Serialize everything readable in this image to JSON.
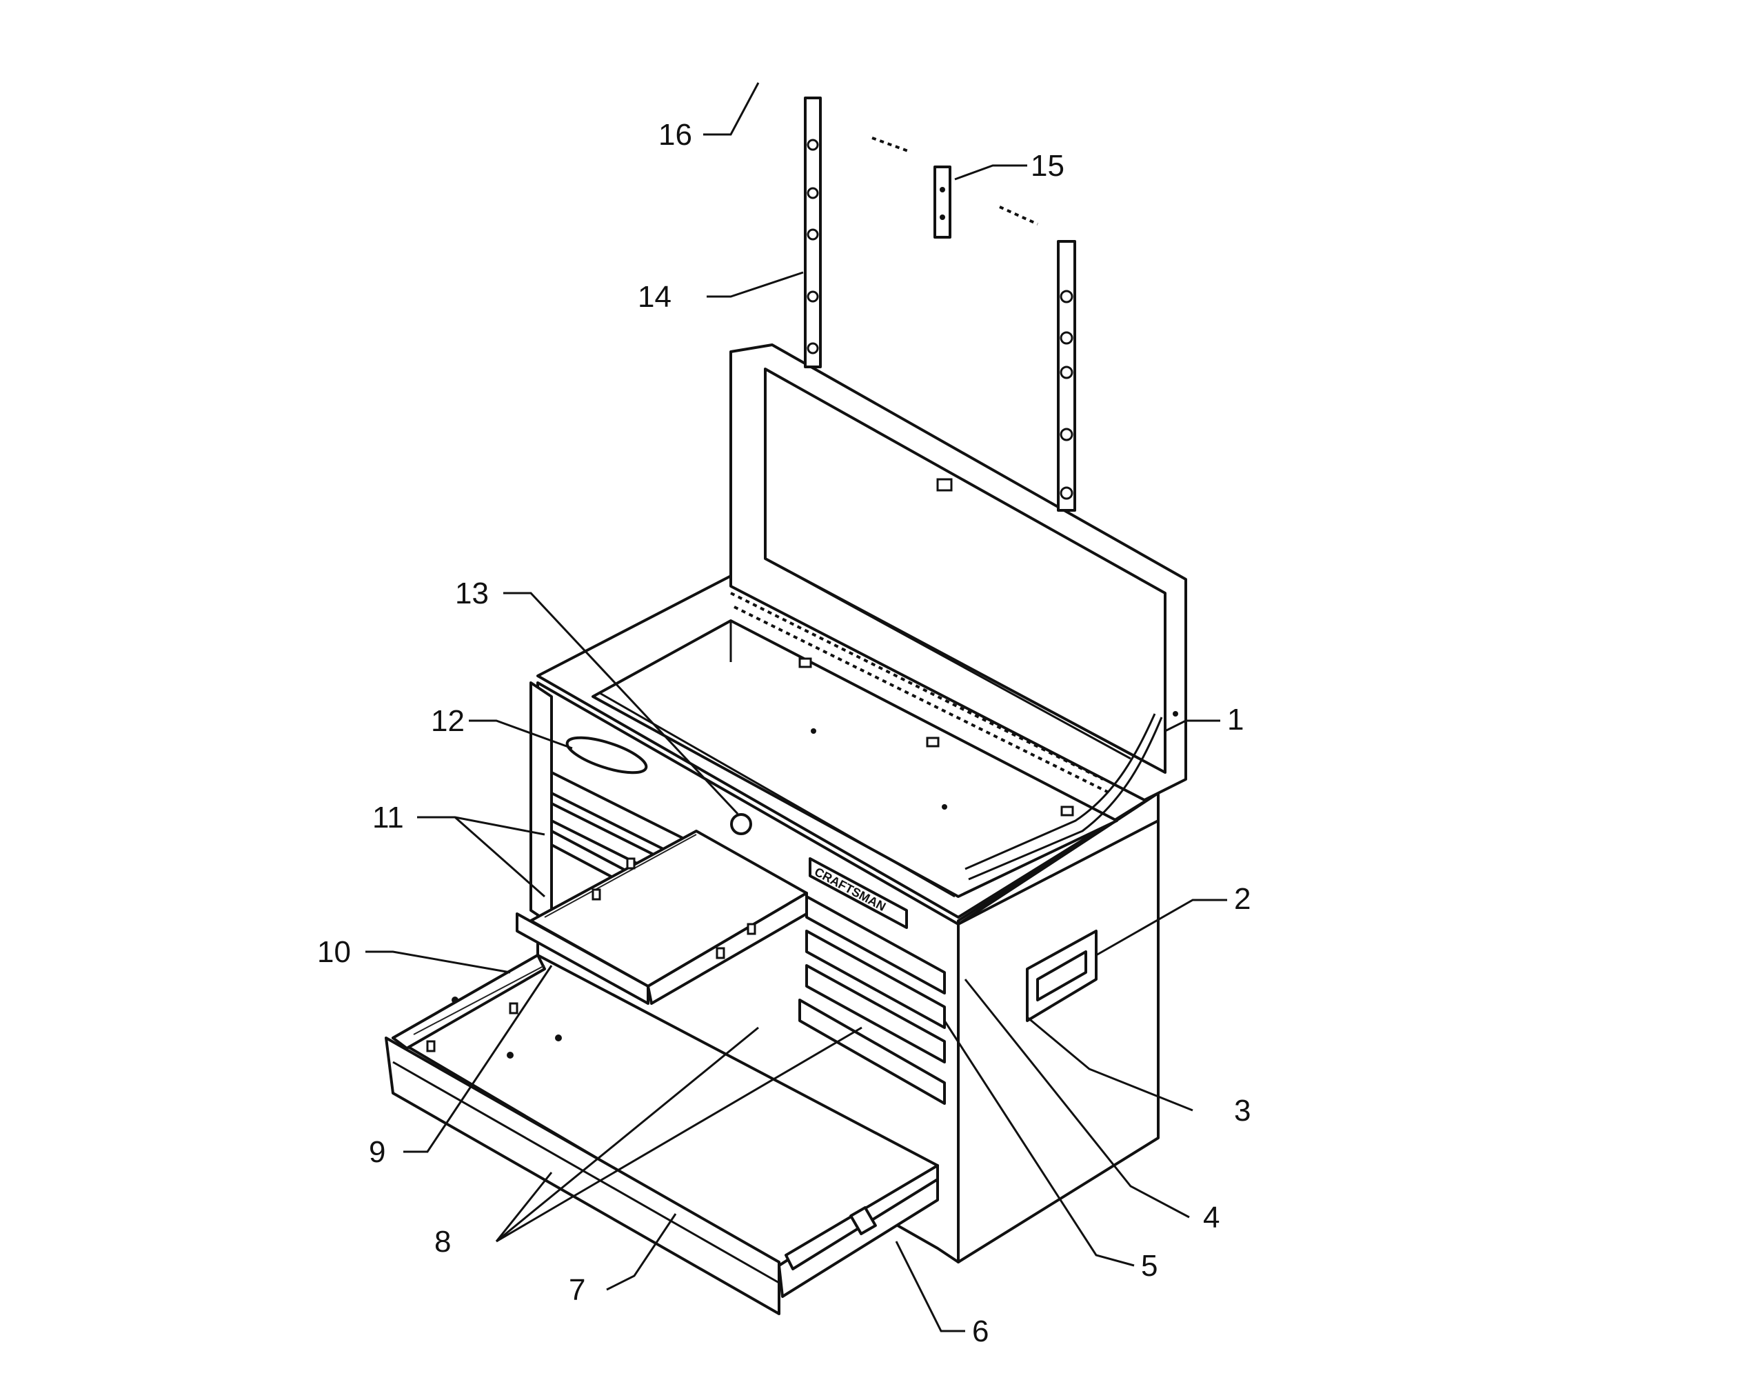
{
  "callouts": {
    "c1": "1",
    "c2": "2",
    "c3": "3",
    "c4": "4",
    "c5": "5",
    "c6": "6",
    "c7": "7",
    "c8": "8",
    "c9": "9",
    "c10": "10",
    "c11": "11",
    "c12": "12",
    "c13": "13",
    "c14": "14",
    "c15": "15",
    "c16": "16"
  },
  "nameplate": "CRAFTSMAN"
}
